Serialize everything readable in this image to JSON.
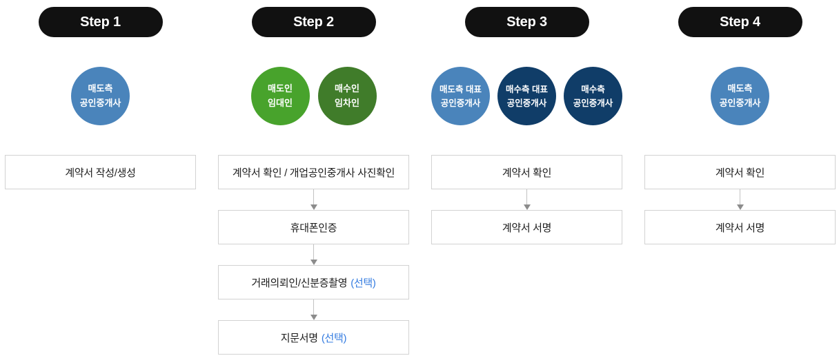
{
  "colors": {
    "pill_bg": "#111111",
    "blue": "#4a84bb",
    "green_light": "#48a32c",
    "green_dark": "#407c2a",
    "navy": "#103d68",
    "optional_blue": "#337be0",
    "box_border": "#d2d2d2",
    "box_text": "#1c1c1c",
    "arrow_line": "#c2c2c2",
    "arrow_head": "#8c8c8c"
  },
  "steps": [
    {
      "label": "Step 1",
      "actors": [
        {
          "lines": [
            "매도측",
            "공인중개사"
          ],
          "color": "blue"
        }
      ],
      "boxes": [
        {
          "text": "계약서 작성/생성",
          "suffix": ""
        }
      ]
    },
    {
      "label": "Step 2",
      "actors": [
        {
          "lines": [
            "매도인",
            "임대인"
          ],
          "color": "green_light"
        },
        {
          "lines": [
            "매수인",
            "임차인"
          ],
          "color": "green_dark"
        }
      ],
      "boxes": [
        {
          "text": "계약서 확인 / 개업공인중개사 사진확인",
          "suffix": ""
        },
        {
          "text": "휴대폰인증",
          "suffix": ""
        },
        {
          "text": "거래의뢰인/신분증촬영",
          "suffix": "(선택)"
        },
        {
          "text": "지문서명",
          "suffix": "(선택)"
        }
      ]
    },
    {
      "label": "Step 3",
      "actors": [
        {
          "lines": [
            "매도측 대표",
            "공인중개사"
          ],
          "color": "blue"
        },
        {
          "lines": [
            "매수측 대표",
            "공인중개사"
          ],
          "color": "navy"
        },
        {
          "lines": [
            "매수측",
            "공인중개사"
          ],
          "color": "navy"
        }
      ],
      "boxes": [
        {
          "text": "계약서 확인",
          "suffix": ""
        },
        {
          "text": "계약서 서명",
          "suffix": ""
        }
      ]
    },
    {
      "label": "Step 4",
      "actors": [
        {
          "lines": [
            "매도측",
            "공인중개사"
          ],
          "color": "blue"
        }
      ],
      "boxes": [
        {
          "text": "계약서 확인",
          "suffix": ""
        },
        {
          "text": "계약서 서명",
          "suffix": ""
        }
      ]
    }
  ]
}
